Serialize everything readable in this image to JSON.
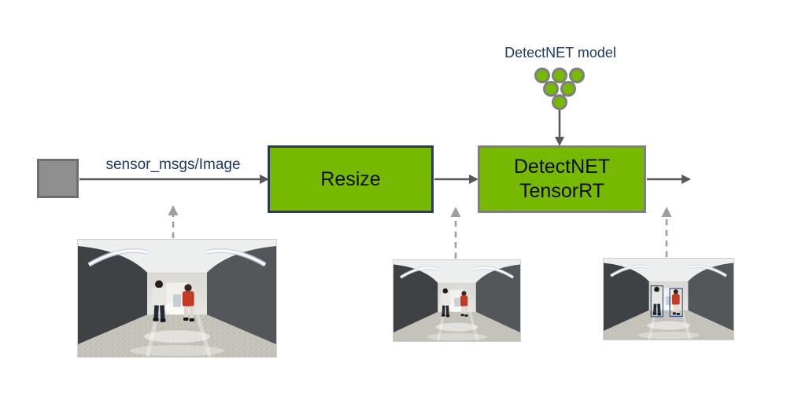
{
  "diagram": {
    "model_label": "DetectNET model",
    "topic_label": "sensor_msgs/Image",
    "nodes": {
      "resize": {
        "label": "Resize"
      },
      "detectnet": {
        "line1": "DetectNET",
        "line2": "TensorRT"
      }
    },
    "icons": {
      "source": "source-node-square-icon",
      "model": "neural-network-icon",
      "flow": "arrow-right-icon",
      "model_feed": "arrow-down-icon",
      "frame_pointer": "dashed-arrow-up-icon"
    },
    "colors": {
      "nvidia_green": "#76b900",
      "label_navy": "#1f3864",
      "node_text": "#0b0b0b",
      "resize_border": "#2d3c50",
      "detectnet_border": "#7f7f7f",
      "source_fill": "#8f8f8f",
      "source_border": "#6e6e6e",
      "solid_arrow": "#595959",
      "dashed_arrow": "#9e9e9e",
      "bbox_blue": "#2e5597"
    },
    "images": {
      "camera_frame": "corridor-two-pedestrians",
      "resized_frame": "corridor-two-pedestrians-small",
      "detection_frame": "corridor-two-pedestrians-with-bounding-boxes"
    }
  }
}
